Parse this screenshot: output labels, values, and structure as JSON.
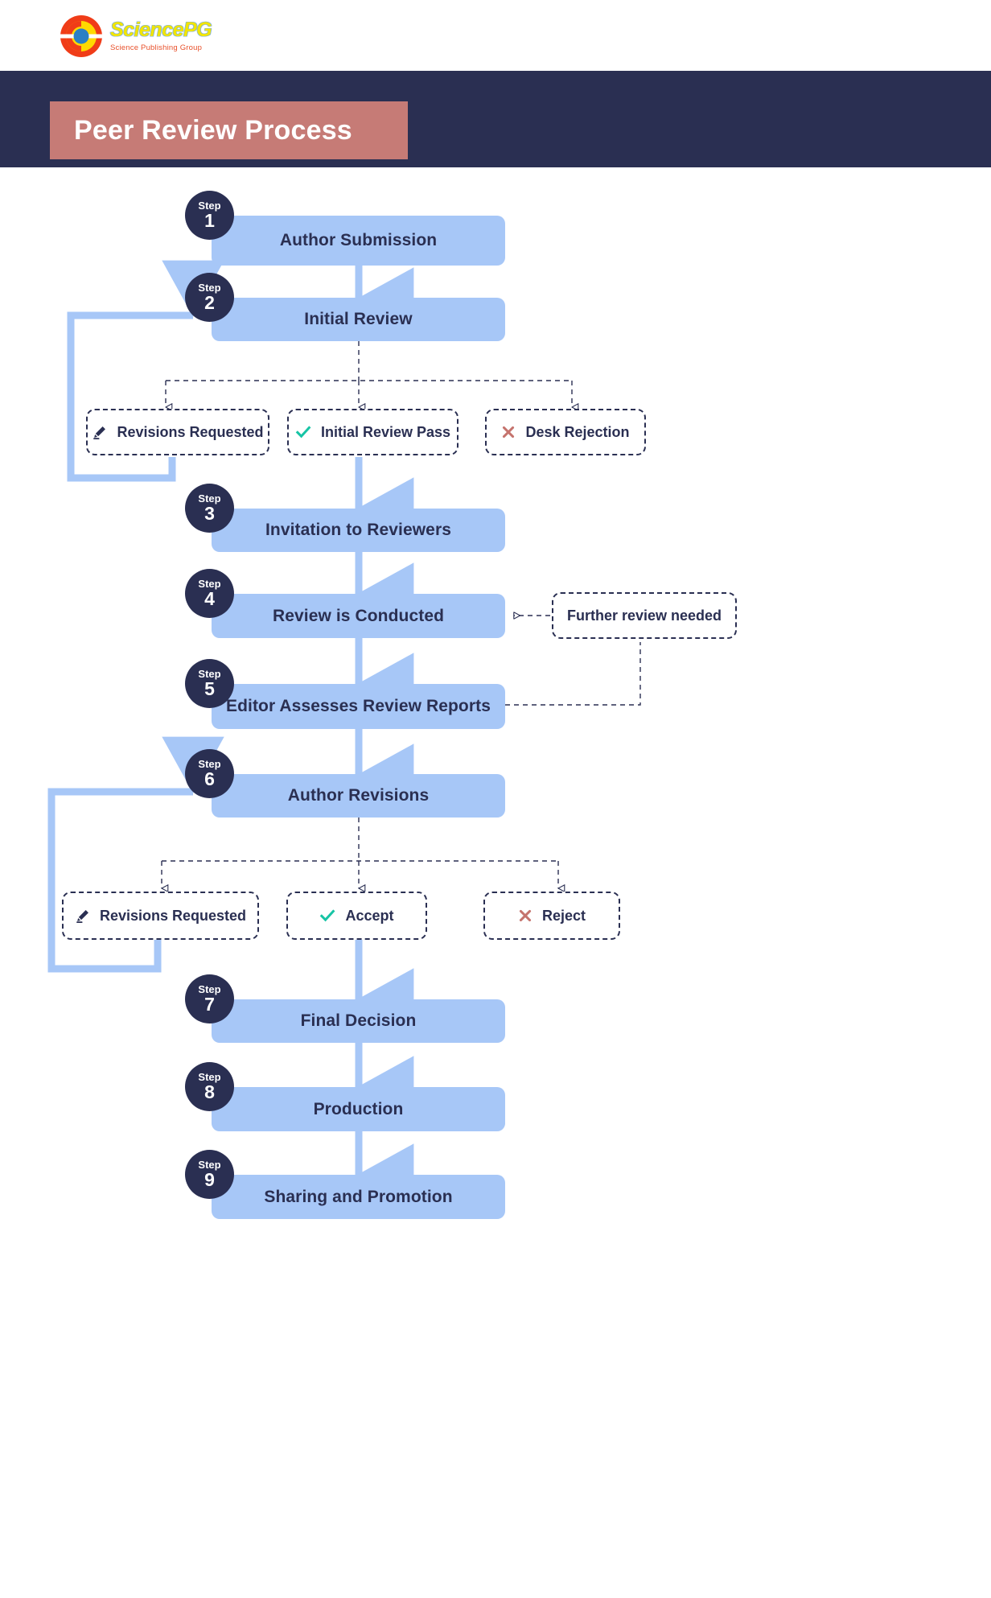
{
  "brand": {
    "logo_icon": "sciencepg-circle-logo",
    "name": "SciencePG",
    "tagline": "Science Publishing Group"
  },
  "header": {
    "title": "Peer Review Process"
  },
  "colors": {
    "header_band": "#2a2f52",
    "title_box": "#c67b76",
    "step_box": "#a7c7f7",
    "badge": "#2a2f52",
    "arrow": "#a7c7f7",
    "text_dark": "#2a2f52",
    "check_teal": "#17c4a5",
    "cross_red": "#c5736d"
  },
  "badge_word": "Step",
  "steps": [
    {
      "number": "1",
      "label": "Author Submission"
    },
    {
      "number": "2",
      "label": "Initial Review"
    },
    {
      "number": "3",
      "label": "Invitation to Reviewers"
    },
    {
      "number": "4",
      "label": "Review is Conducted"
    },
    {
      "number": "5",
      "label": "Editor Assesses Review Reports"
    },
    {
      "number": "6",
      "label": "Author Revisions"
    },
    {
      "number": "7",
      "label": "Final Decision"
    },
    {
      "number": "8",
      "label": "Production"
    },
    {
      "number": "9",
      "label": "Sharing and Promotion"
    }
  ],
  "decisions_after_initial_review": [
    {
      "icon": "pencil-icon",
      "label": "Revisions Requested"
    },
    {
      "icon": "check-icon",
      "label": "Initial Review Pass"
    },
    {
      "icon": "cross-icon",
      "label": "Desk Rejection"
    }
  ],
  "decisions_after_author_revisions": [
    {
      "icon": "pencil-icon",
      "label": "Revisions Requested"
    },
    {
      "icon": "check-icon",
      "label": "Accept"
    },
    {
      "icon": "cross-icon",
      "label": "Reject"
    }
  ],
  "notes": [
    {
      "label": "Further review needed"
    }
  ]
}
